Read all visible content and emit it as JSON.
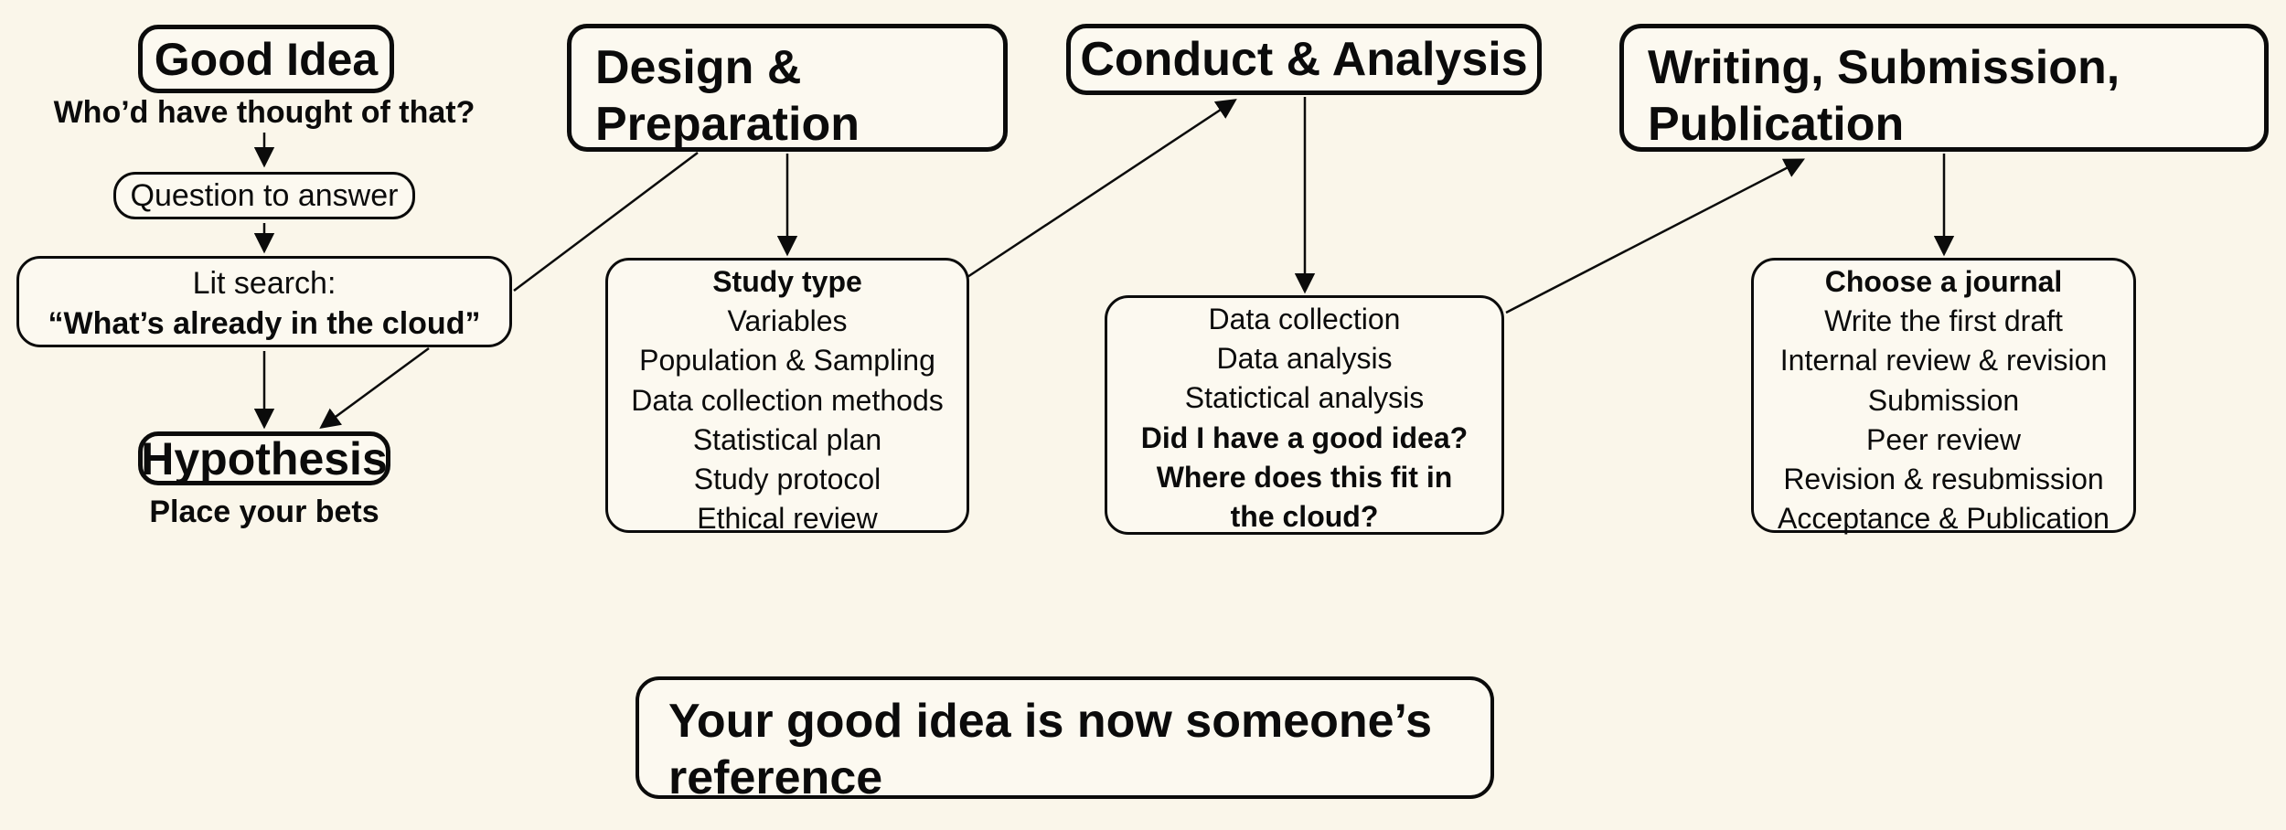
{
  "palette": {
    "background": "#FAF6EA",
    "box_fill": "#FCF9F0",
    "ink": "#0b0b0b"
  },
  "nodes": {
    "good_idea": {
      "title": "Good Idea",
      "caption": "Who’d have thought of that?"
    },
    "question": {
      "label": "Question to answer"
    },
    "lit_search": {
      "line1": "Lit search:",
      "line2": "“What’s already in the cloud”"
    },
    "hypothesis": {
      "title": "Hypothesis",
      "caption": "Place your bets"
    },
    "design": {
      "title_line1": "Design &",
      "title_line2": "Preparation"
    },
    "study": {
      "items": [
        {
          "text": "Study type",
          "bold": true
        },
        {
          "text": "Variables"
        },
        {
          "text": "Population & Sampling"
        },
        {
          "text": "Data collection methods"
        },
        {
          "text": "Statistical plan"
        },
        {
          "text": "Study protocol"
        },
        {
          "text": "Ethical review"
        }
      ]
    },
    "conduct": {
      "title": "Conduct & Analysis"
    },
    "data_box": {
      "items": [
        {
          "text": "Data collection"
        },
        {
          "text": "Data analysis"
        },
        {
          "text": "Statictical analysis"
        },
        {
          "text": "Did I have a good idea?",
          "bold": true
        },
        {
          "text": "Where does this fit in",
          "bold": true
        },
        {
          "text": "the cloud?",
          "bold": true
        }
      ]
    },
    "writing": {
      "title_line1": "Writing, Submission,",
      "title_line2": "Publication"
    },
    "choose": {
      "items": [
        {
          "text": "Choose a journal",
          "bold": true
        },
        {
          "text": "Write the first draft"
        },
        {
          "text": "Internal review & revision"
        },
        {
          "text": "Submission"
        },
        {
          "text": "Peer review"
        },
        {
          "text": "Revision & resubmission"
        },
        {
          "text": "Acceptance & Publication"
        }
      ]
    },
    "footer": {
      "line1": "Your good idea is now someone’s",
      "line2": "reference"
    }
  }
}
